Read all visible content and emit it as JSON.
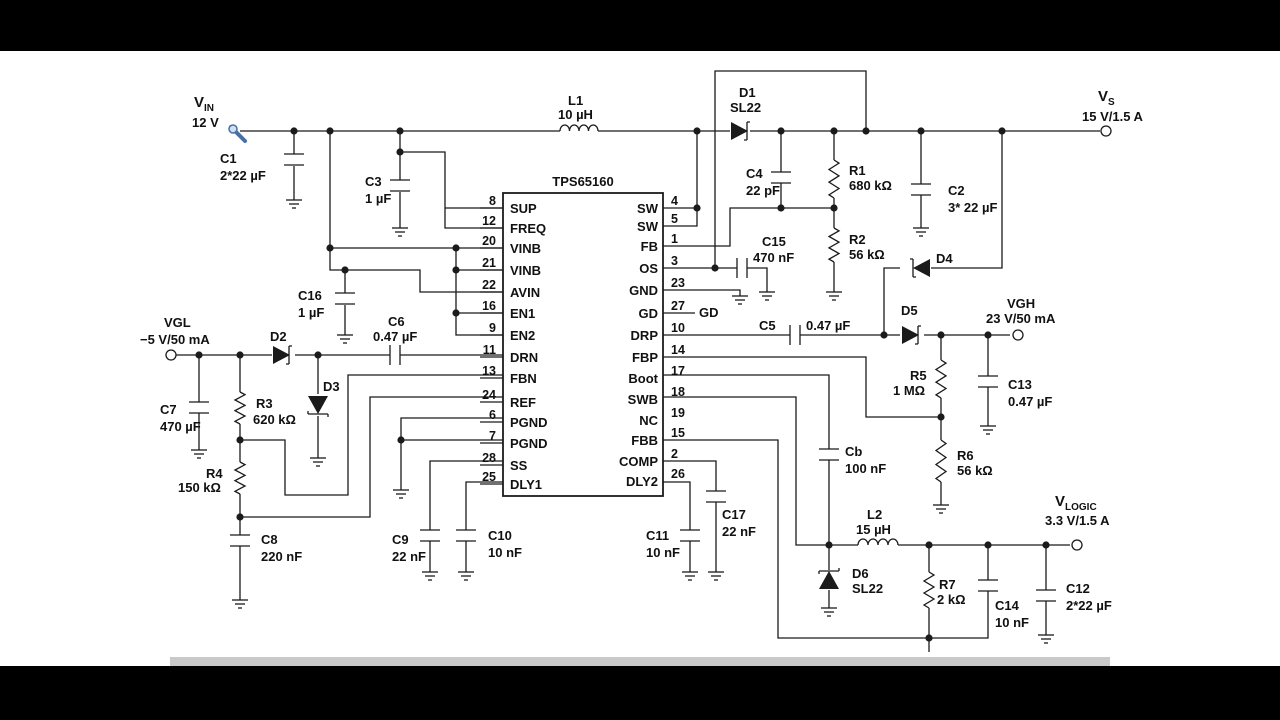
{
  "schematic": {
    "ic_name": "TPS65160",
    "left_pins": [
      {
        "num": "8",
        "name": "SUP"
      },
      {
        "num": "12",
        "name": "FREQ"
      },
      {
        "num": "20",
        "name": "VINB"
      },
      {
        "num": "21",
        "name": "VINB"
      },
      {
        "num": "22",
        "name": "AVIN"
      },
      {
        "num": "16",
        "name": "EN1"
      },
      {
        "num": "9",
        "name": "EN2"
      },
      {
        "num": "11",
        "name": "DRN"
      },
      {
        "num": "13",
        "name": "FBN"
      },
      {
        "num": "24",
        "name": "REF"
      },
      {
        "num": "6",
        "name": "PGND"
      },
      {
        "num": "7",
        "name": "PGND"
      },
      {
        "num": "28",
        "name": "SS"
      },
      {
        "num": "25",
        "name": "DLY1"
      }
    ],
    "right_pins": [
      {
        "num": "4",
        "name": "SW"
      },
      {
        "num": "5",
        "name": "SW"
      },
      {
        "num": "1",
        "name": "FB"
      },
      {
        "num": "3",
        "name": "OS"
      },
      {
        "num": "23",
        "name": "GND"
      },
      {
        "num": "27",
        "name": "GD"
      },
      {
        "num": "10",
        "name": "DRP"
      },
      {
        "num": "14",
        "name": "FBP"
      },
      {
        "num": "17",
        "name": "Boot"
      },
      {
        "num": "18",
        "name": "SWB"
      },
      {
        "num": "19",
        "name": "NC"
      },
      {
        "num": "15",
        "name": "FBB"
      },
      {
        "num": "2",
        "name": "COMP"
      },
      {
        "num": "26",
        "name": "DLY2"
      }
    ],
    "gd_label": "GD",
    "nets": {
      "vin": {
        "name": "V",
        "sub": "IN",
        "value": "12 V"
      },
      "vs": {
        "name": "V",
        "sub": "S",
        "value": "15 V/1.5 A"
      },
      "vgl": {
        "name": "VGL",
        "value": "−5 V/50 mA"
      },
      "vgh": {
        "name": "VGH",
        "value": "23 V/50 mA"
      },
      "vlogic": {
        "name": "V",
        "sub": "LOGIC",
        "value": "3.3 V/1.5 A"
      }
    },
    "components": {
      "c1": {
        "ref": "C1",
        "value": "2*22 µF"
      },
      "c2": {
        "ref": "C2",
        "value": "3* 22 µF"
      },
      "c3": {
        "ref": "C3",
        "value": "1 µF"
      },
      "c4": {
        "ref": "C4",
        "value": "22 pF"
      },
      "c5": {
        "ref": "C5",
        "value": "0.47 µF"
      },
      "c6": {
        "ref": "C6",
        "value": "0.47 µF"
      },
      "c7": {
        "ref": "C7",
        "value": "470 µF"
      },
      "c8": {
        "ref": "C8",
        "value": "220 nF"
      },
      "c9": {
        "ref": "C9",
        "value": "22 nF"
      },
      "c10": {
        "ref": "C10",
        "value": "10 nF"
      },
      "c11": {
        "ref": "C11",
        "value": "10 nF"
      },
      "c12": {
        "ref": "C12",
        "value": "2*22 µF"
      },
      "c13": {
        "ref": "C13",
        "value": "0.47 µF"
      },
      "c14": {
        "ref": "C14",
        "value": "10 nF"
      },
      "c15": {
        "ref": "C15",
        "value": "470 nF"
      },
      "c16": {
        "ref": "C16",
        "value": "1 µF"
      },
      "c17": {
        "ref": "C17",
        "value": "22 nF"
      },
      "cb": {
        "ref": "Cb",
        "value": "100 nF"
      },
      "r1": {
        "ref": "R1",
        "value": "680 kΩ"
      },
      "r2": {
        "ref": "R2",
        "value": "56 kΩ"
      },
      "r3": {
        "ref": "R3",
        "value": "620 kΩ"
      },
      "r4": {
        "ref": "R4",
        "value": "150 kΩ"
      },
      "r5": {
        "ref": "R5",
        "value": "1 MΩ"
      },
      "r6": {
        "ref": "R6",
        "value": "56 kΩ"
      },
      "r7": {
        "ref": "R7",
        "value": "2 kΩ"
      },
      "l1": {
        "ref": "L1",
        "value": "10 µH"
      },
      "l2": {
        "ref": "L2",
        "value": "15 µH"
      },
      "d1": {
        "ref": "D1",
        "value": "SL22"
      },
      "d2": {
        "ref": "D2",
        "value": ""
      },
      "d3": {
        "ref": "D3",
        "value": ""
      },
      "d4": {
        "ref": "D4",
        "value": ""
      },
      "d5": {
        "ref": "D5",
        "value": ""
      },
      "d6": {
        "ref": "D6",
        "value": "SL22"
      }
    }
  }
}
